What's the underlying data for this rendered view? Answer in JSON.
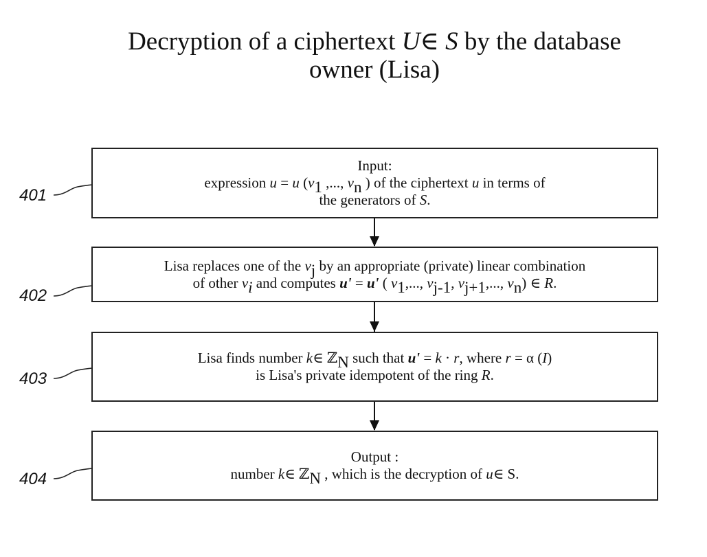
{
  "title": {
    "line1_pre": "Decryption of a ciphertext ",
    "line1_U": "U",
    "line1_in": "∈ ",
    "line1_S": "S",
    "line1_post": " by the database",
    "line2": "owner (Lisa)"
  },
  "steps": [
    {
      "ref": "401",
      "input_label": "Input:",
      "l2_a": "expression ",
      "l2_u1": "u",
      "l2_b": " = ",
      "l2_u2": "u",
      "l2_c": " (",
      "l2_v1": "v",
      "l2_s1": "1",
      "l2_d": " ,..., ",
      "l2_vn": "v",
      "l2_sn": "n",
      "l2_e": " ) of the ciphertext ",
      "l2_u3": "u",
      "l2_f": " in terms of",
      "l3_a": "the generators of ",
      "l3_S": "S",
      "l3_b": "."
    },
    {
      "ref": "402",
      "l1_a": "Lisa replaces one of the ",
      "l1_v": "v",
      "l1_sj": "j",
      "l1_b": "  by an appropriate (private) linear combination",
      "l2_a": "of other ",
      "l2_v": "v",
      "l2_si": "i",
      "l2_b": "  and computes ",
      "l2_u": "u'",
      "l2_c": " = ",
      "l2_u2": "u'",
      "l2_d": " ( ",
      "l2_v1": "v",
      "l2_s1": "1",
      "l2_e": ",..., ",
      "l2_vj1": "v",
      "l2_sj1": "j-1",
      "l2_f": ", ",
      "l2_vj2": "v",
      "l2_sj2": "j+1",
      "l2_g": ",..., ",
      "l2_vn": "v",
      "l2_sn": "n",
      "l2_h": ") ∈ ",
      "l2_R": "R",
      "l2_end": "."
    },
    {
      "ref": "403",
      "l1_a": "Lisa finds number ",
      "l1_k": "k",
      "l1_b": "∈ ℤ",
      "l1_N": "N",
      "l1_c": " such that ",
      "l1_u": "u'",
      "l1_d": " = ",
      "l1_k2": "k",
      "l1_e": " · ",
      "l1_r": "r",
      "l1_f": ", where ",
      "l1_r2": "r",
      "l1_g": " = α (",
      "l1_I": "I",
      "l1_h": ")",
      "l2_a": "is Lisa's private idempotent of the ring ",
      "l2_R": "R",
      "l2_b": "."
    },
    {
      "ref": "404",
      "l1": "Output :",
      "l2_a": "number ",
      "l2_k": "k",
      "l2_b": "∈ ℤ",
      "l2_N": "N",
      "l2_c": " , which is the decryption of ",
      "l2_u": "u",
      "l2_d": "∈ S."
    }
  ]
}
